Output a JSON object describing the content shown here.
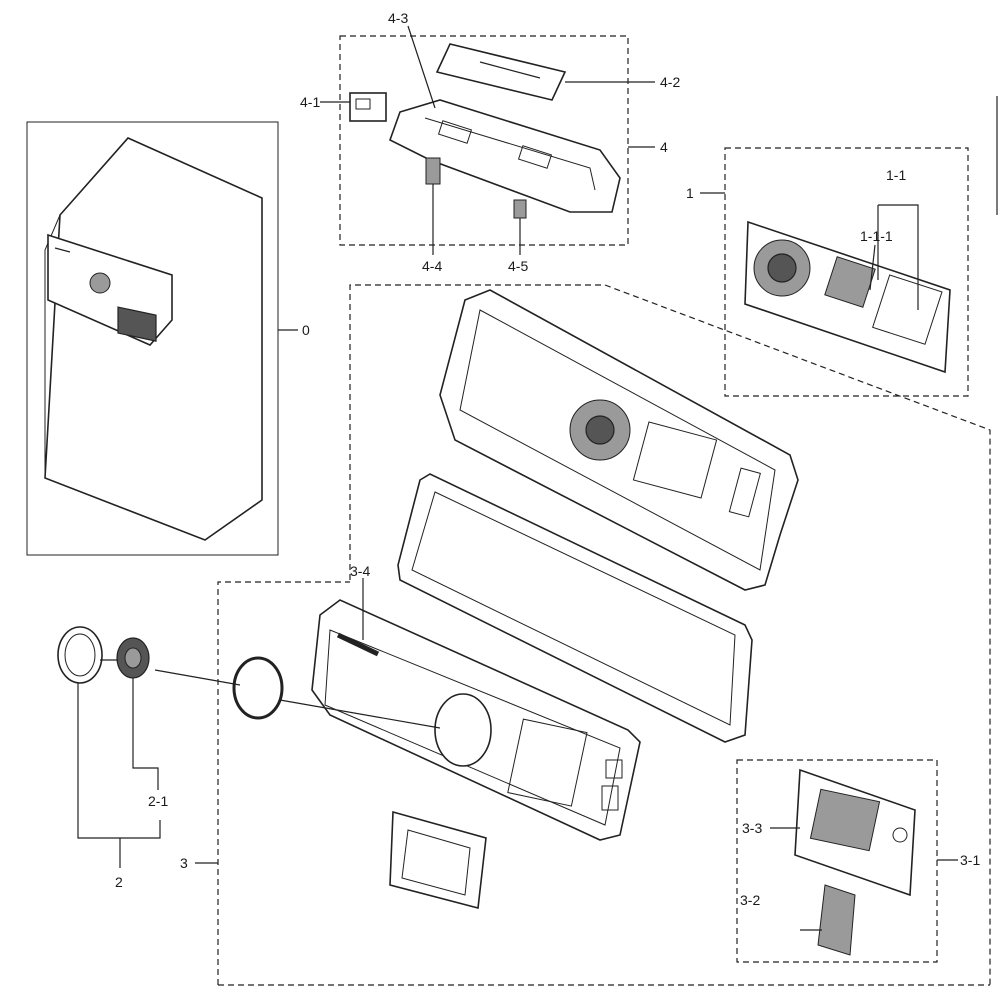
{
  "callouts": {
    "c0": "0",
    "c1": "1",
    "c1_1": "1-1",
    "c1_1_1": "1-1-1",
    "c2": "2",
    "c2_1": "2-1",
    "c3": "3",
    "c3_1": "3-1",
    "c3_2": "3-2",
    "c3_3": "3-3",
    "c3_4": "3-4",
    "c4": "4",
    "c4_1": "4-1",
    "c4_2": "4-2",
    "c4_3": "4-3",
    "c4_4": "4-4",
    "c4_5": "4-5"
  },
  "colors": {
    "line": "#222222",
    "fill_dark": "#555555",
    "fill_mid": "#9a9a9a",
    "background": "#ffffff"
  }
}
